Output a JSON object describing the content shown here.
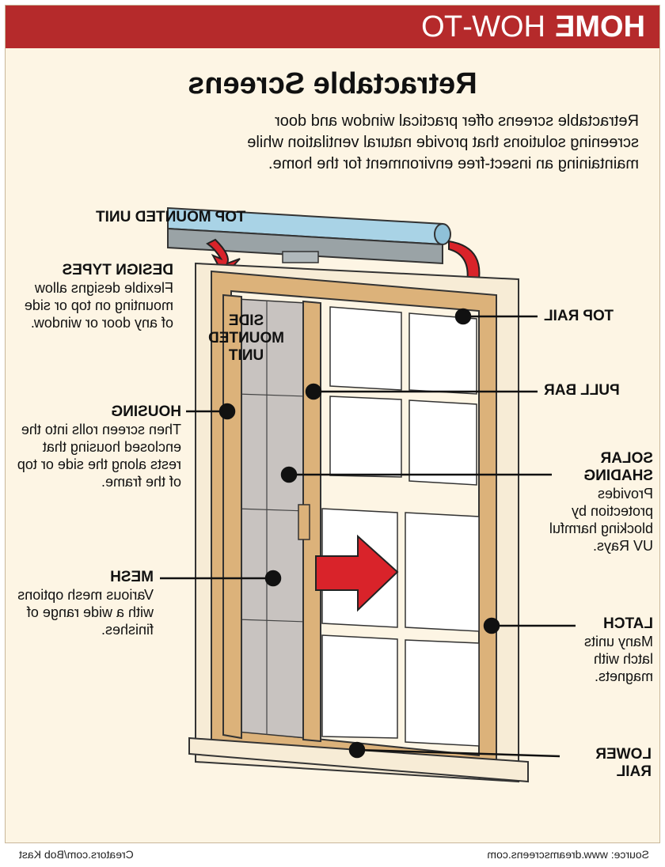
{
  "header": {
    "brand": "HOME",
    "section": "HOW-TO"
  },
  "title": "Retractable Screens",
  "intro": "Retractable screens offer practical window and door screening solutions that provide natural ventilation while maintaining an insect-free environment for the home.",
  "labels": {
    "top_mounted_unit": "TOP MOUNTED UNIT",
    "side_mounted_unit": "SIDE MOUNTED UNIT",
    "design_types": {
      "head": "DESIGN TYPES",
      "body": "Flexible designs allow mounting on top or side of any door or window."
    },
    "housing": {
      "head": "HOUSING",
      "body": "Then screen rolls into the enclosed housing that rests along the side or top of the frame."
    },
    "mesh": {
      "head": "MESH",
      "body": "Various mesh options with a wide range of finishes."
    },
    "top_rail": "TOP RAIL",
    "pull_bar": "PULL BAR",
    "solar_shading": {
      "head": "SOLAR SHADING",
      "body": "Provides protection by blocking harmful UV Rays."
    },
    "latch": {
      "head": "LATCH",
      "body": "Many units latch with magnets."
    },
    "lower_rail": "LOWER RAIL"
  },
  "footer": {
    "credit": "Creators.com/Bob Kast",
    "source": "Source: www.dreamscreens.com"
  },
  "colors": {
    "header": "#b52a2b",
    "background": "#fdf5e4",
    "frame_wood": "#dcb27a",
    "arrow": "#d9232a",
    "roller": "#a9d3e6"
  }
}
